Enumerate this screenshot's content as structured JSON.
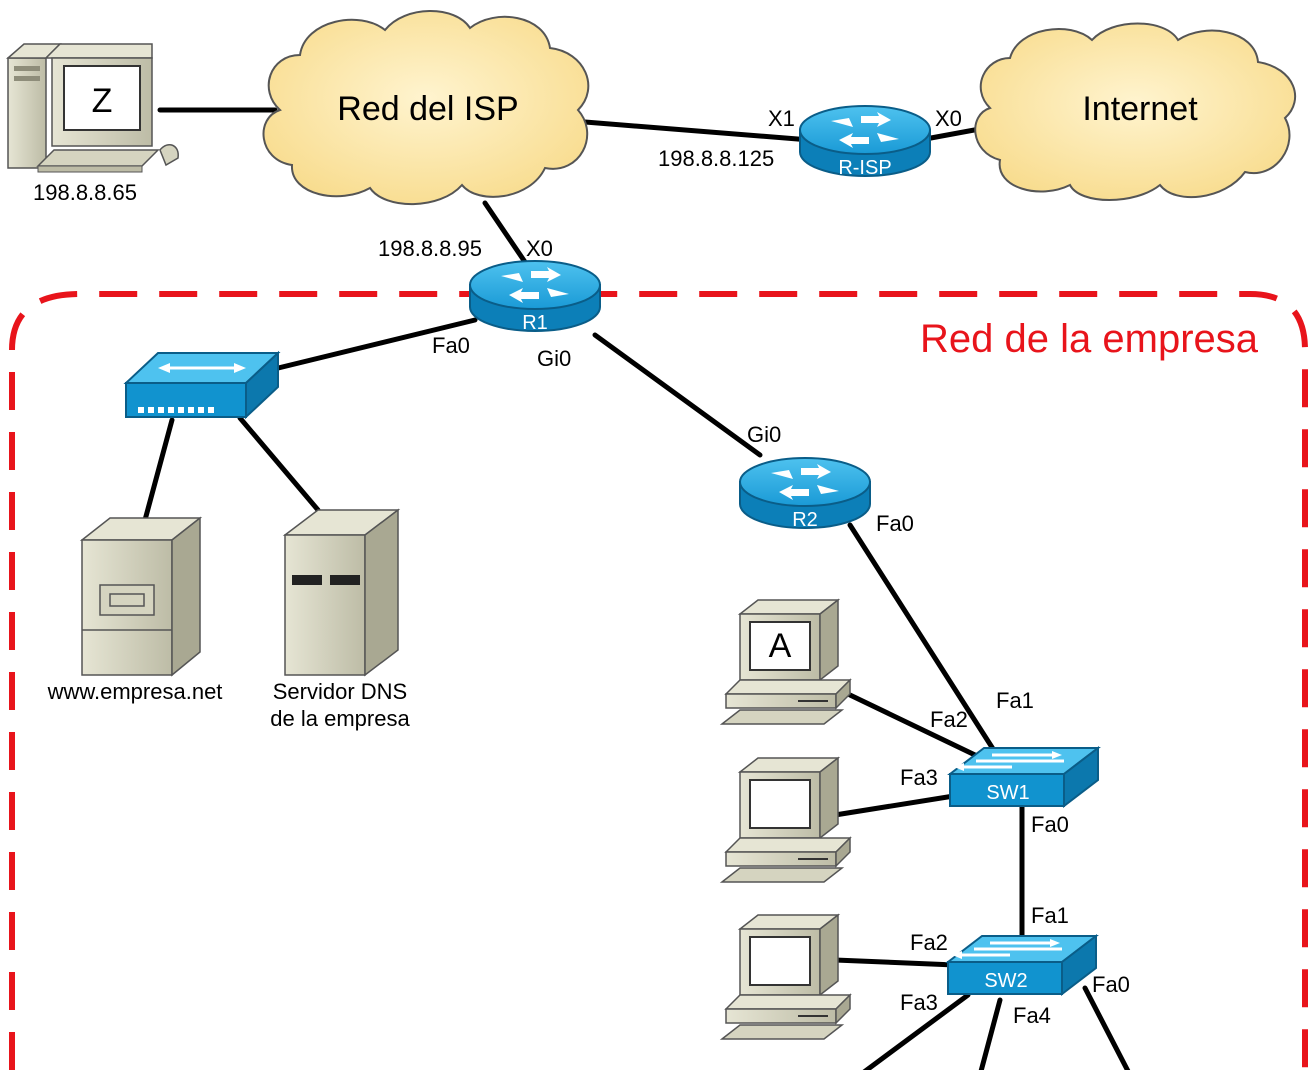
{
  "clouds": {
    "isp": "Red del ISP",
    "internet": "Internet"
  },
  "zone_label": "Red de la empresa",
  "devices": {
    "pc_z": {
      "name": "Z",
      "ip": "198.8.8.65"
    },
    "pc_a": {
      "name": "A"
    },
    "r_isp": {
      "name": "R-ISP"
    },
    "r1": {
      "name": "R1"
    },
    "r2": {
      "name": "R2"
    },
    "sw1": {
      "name": "SW1"
    },
    "sw2": {
      "name": "SW2"
    },
    "web_server": {
      "name": "www.empresa.net"
    },
    "dns_server": {
      "line1": "Servidor DNS",
      "line2": "de la empresa"
    }
  },
  "interfaces": {
    "r_isp_x1": "X1",
    "r_isp_x1_ip": "198.8.8.125",
    "r_isp_x0": "X0",
    "r1_x0": "X0",
    "r1_x0_ip": "198.8.8.95",
    "r1_fa0": "Fa0",
    "r1_gi0": "Gi0",
    "r2_gi0": "Gi0",
    "r2_fa0": "Fa0",
    "sw1_fa1": "Fa1",
    "sw1_fa2": "Fa2",
    "sw1_fa3": "Fa3",
    "sw1_fa0": "Fa0",
    "sw2_fa1": "Fa1",
    "sw2_fa2": "Fa2",
    "sw2_fa3": "Fa3",
    "sw2_fa4": "Fa4",
    "sw2_fa0": "Fa0"
  },
  "colors": {
    "cloud_fill": "#fde6a6",
    "device_blue": "#1193cf",
    "zone_red": "#e8141b",
    "computer_beige": "#d5d4c0"
  },
  "icons": [
    "computer-icon",
    "router-icon",
    "switch-icon",
    "hub-icon",
    "server-icon",
    "cloud-icon"
  ]
}
